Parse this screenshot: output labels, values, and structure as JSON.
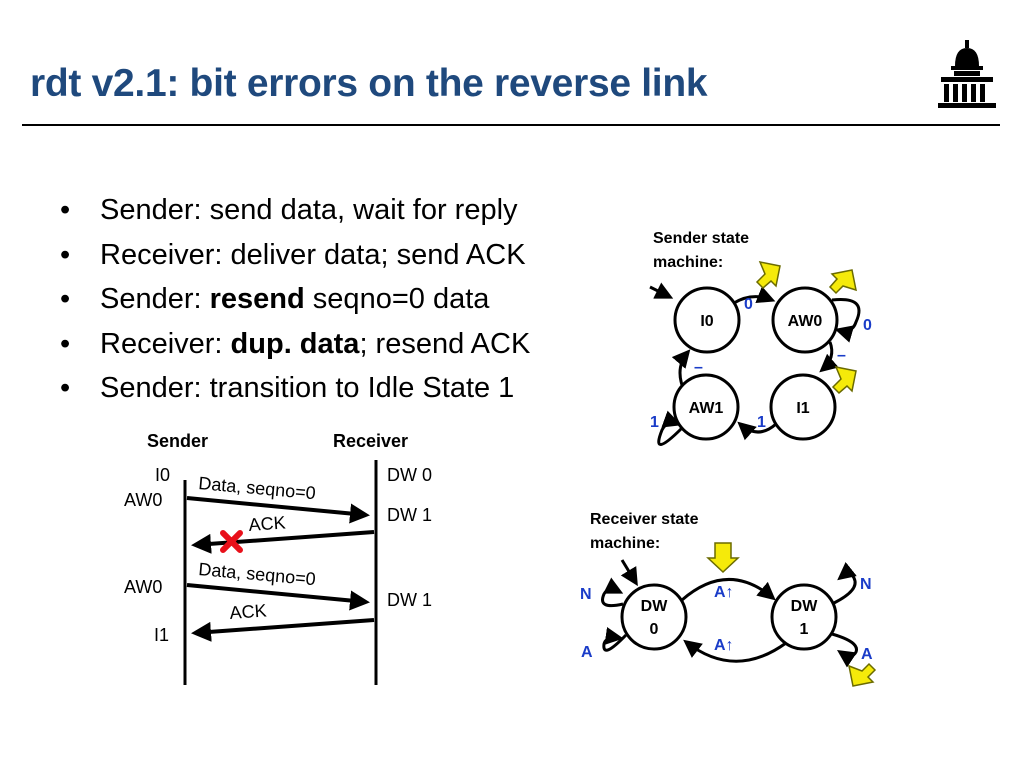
{
  "title": "rdt v2.1: bit errors on the reverse link",
  "logo_icon": "parliament-building-icon",
  "bullets": [
    {
      "pre": "Sender: send data, wait for reply",
      "bold": "",
      "post": ""
    },
    {
      "pre": "Receiver: deliver data; send ACK",
      "bold": "",
      "post": ""
    },
    {
      "pre": "Sender: ",
      "bold": "resend",
      "post": " seqno=0 data"
    },
    {
      "pre": "Receiver: ",
      "bold": "dup. data",
      "post": "; resend ACK"
    },
    {
      "pre": "Sender: transition to Idle State 1",
      "bold": "",
      "post": ""
    }
  ],
  "timeline": {
    "sender_label": "Sender",
    "receiver_label": "Receiver",
    "sender_states": [
      "I0",
      "AW0",
      "AW0",
      "I1"
    ],
    "receiver_states": [
      "DW 0",
      "DW 1",
      "DW 1"
    ],
    "messages": [
      "Data, seqno=0",
      "ACK",
      "Data, seqno=0",
      "ACK"
    ],
    "lost_marker_icon": "red-x-icon"
  },
  "sender_fsm": {
    "title_line1": "Sender state",
    "title_line2": "machine:",
    "states": [
      "I0",
      "AW0",
      "I1",
      "AW1"
    ],
    "labels": [
      "0",
      "0",
      "–",
      "1",
      "1",
      "–"
    ]
  },
  "receiver_fsm": {
    "title_line1": "Receiver state",
    "title_line2": "machine:",
    "state0_line1": "DW",
    "state0_line2": "0",
    "state1_line1": "DW",
    "state1_line2": "1",
    "labels": [
      "N",
      "A",
      "A↑",
      "A↑",
      "N",
      "A"
    ]
  },
  "colors": {
    "title": "#1F497D",
    "label_blue": "#1a3cc8",
    "highlight_arrow": "#f5ea0a",
    "lost": "#e8101a"
  }
}
